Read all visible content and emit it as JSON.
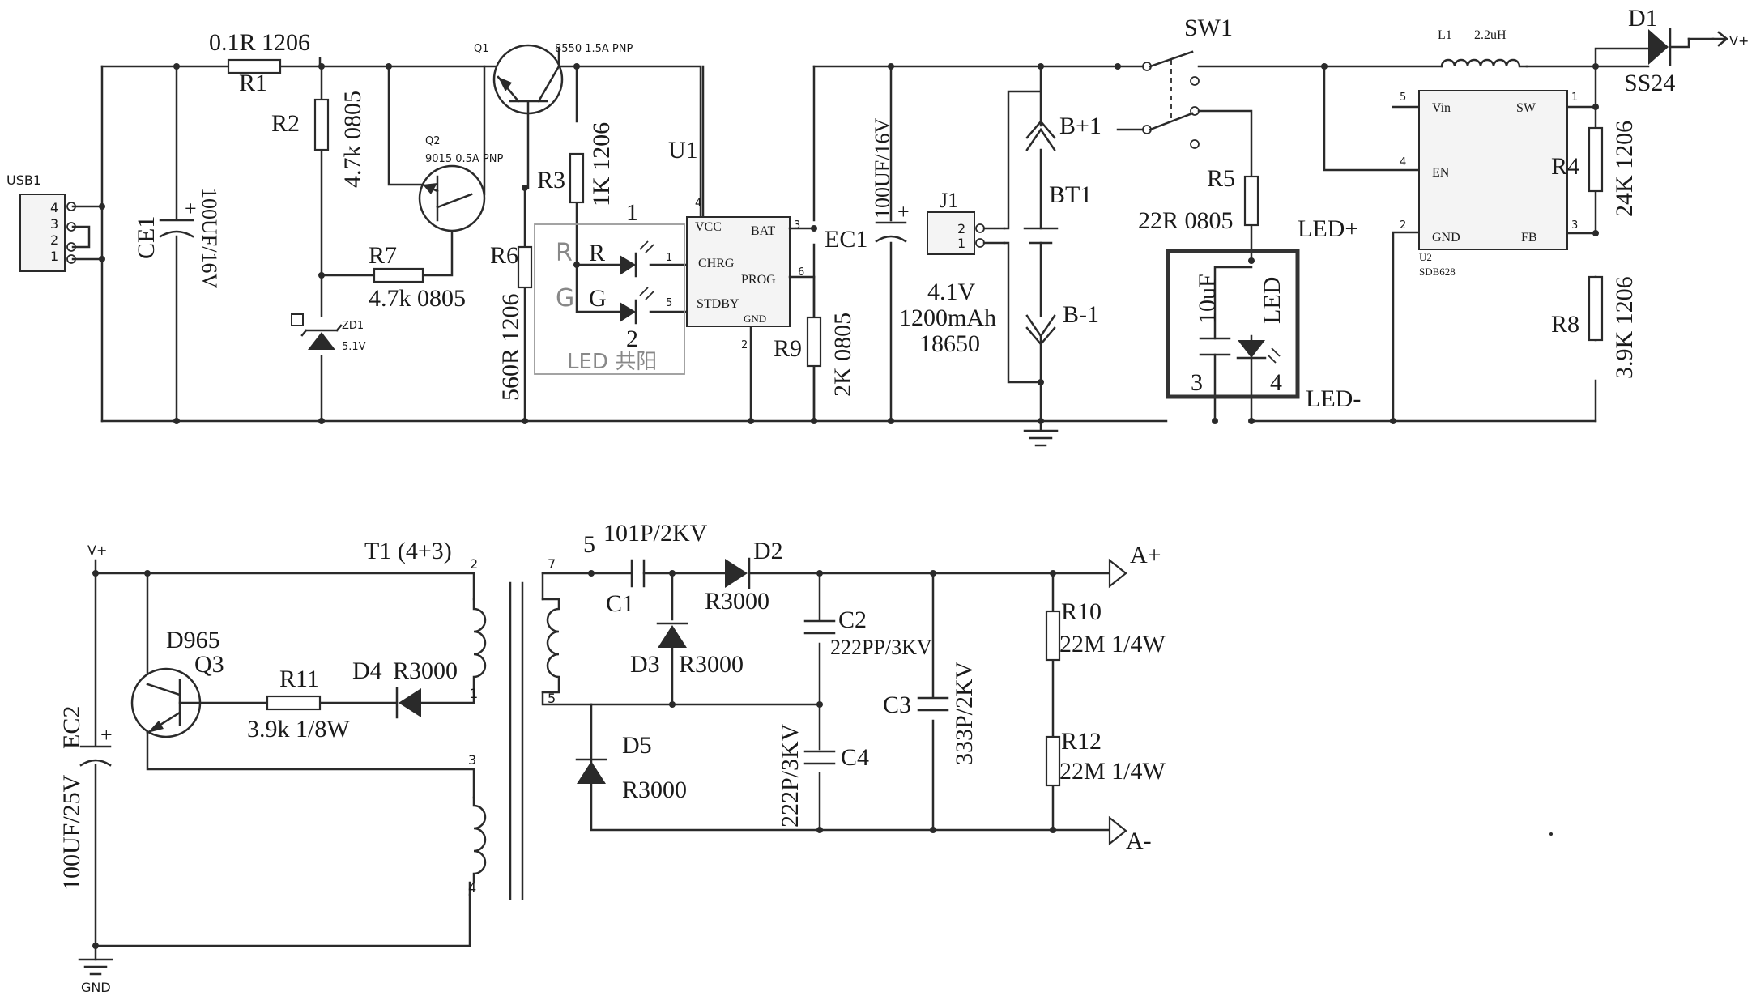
{
  "labels": {
    "r1_value": "0.1R  1206",
    "r1_ref": "R1",
    "q1_ref": "Q1",
    "q1_value": "8550 1.5A PNP",
    "usb_ref": "USB1",
    "usb_p4": "4",
    "usb_p3": "3",
    "usb_p2": "2",
    "usb_p1": "1",
    "ce1_ref": "CE1",
    "ce1_value": "100UF/16V",
    "r2_ref": "R2",
    "r2_value": "4.7k 0805",
    "q2_ref": "Q2",
    "q2_value": "9015 0.5A PNP",
    "r7_ref": "R7",
    "r7_value": "4.7k 0805",
    "zd1_ref": "ZD1",
    "zd1_value": "5.1V",
    "r6_ref": "R6",
    "r6_value": "560R  1206",
    "r3_ref": "R3",
    "r3_value": "1K 1206",
    "u1_ref": "U1",
    "u1_vcc": "VCC",
    "u1_bat": "BAT",
    "u1_chrg": "CHRG",
    "u1_prog": "PROG",
    "u1_stdby": "STDBY",
    "u1_gnd": "GND",
    "u1_p1": "1",
    "u1_p3": "3",
    "u1_p4": "4",
    "u1_p5": "5",
    "u1_p6": "6",
    "u1_p2": "2",
    "led_pin1": "1",
    "led_pin2": "2",
    "led_r": "R",
    "led_g": "G",
    "led_r_grey": "R",
    "led_g_grey": "G",
    "led_group": "LED 共阳",
    "r9_ref": "R9",
    "r9_value": "2K 0805",
    "ec1_ref": "EC1",
    "ec1_value": "100UF/16V",
    "j1_ref": "J1",
    "j1_p2": "2",
    "j1_p1": "1",
    "bat_plus": "B+1",
    "bt1_ref": "BT1",
    "bat_minus": "B-1",
    "bat_v": "4.1V",
    "bat_cap": "1200mAh",
    "bat_type": "18650",
    "sw1_ref": "SW1",
    "r5_ref": "R5",
    "r5_value": "22R 0805",
    "led_plus": "LED+",
    "led_minus": "LED-",
    "cap10": "10uF",
    "led_text": "LED",
    "pad3": "3",
    "pad4": "4",
    "l1_ref": "L1",
    "l1_value": "2.2uH",
    "d1_ref": "D1",
    "d1_value": "SS24",
    "vplus_top": "V+",
    "u2_vin": "Vin",
    "u2_sw": "SW",
    "u2_en": "EN",
    "u2_gnd": "GND",
    "u2_fb": "FB",
    "u2_p5": "5",
    "u2_p1": "1",
    "u2_p4": "4",
    "u2_p2": "2",
    "u2_p3": "3",
    "u2_ref": "U2",
    "u2_value": "SDB628",
    "r4_ref": "R4",
    "r4_value": "24K 1206",
    "r8_ref": "R8",
    "r8_value": "3.9K 1206",
    "vplus_bottom": "V+",
    "t1_ref": "T1 (4+3)",
    "t1_p2": "2",
    "t1_p1": "1",
    "t1_p3": "3",
    "t1_p4": "4",
    "t1_p7": "7",
    "t1_p5": "5",
    "d965": "D965",
    "q3_ref": "Q3",
    "r11_ref": "R11",
    "r11_value": "3.9k  1/8W",
    "d4_ref": "D4",
    "d4_value": "R3000",
    "ec2_ref": "EC2",
    "ec2_value": "100UF/25V",
    "gnd": "GND",
    "node5": "5",
    "c1_value": "101P/2KV",
    "c1_ref": "C1",
    "d2_ref": "D2",
    "d2_value": "R3000",
    "d3_ref": "D3",
    "d3_value": "R3000",
    "d5_ref": "D5",
    "d5_value": "R3000",
    "c2_ref": "C2",
    "c2_value": "222PP/3KV",
    "c4_ref": "C4",
    "c4_value": "222P/3KV",
    "c3_ref": "C3",
    "c3_value": "333P/2KV",
    "r10_ref": "R10",
    "r10_value": "22M  1/4W",
    "r12_ref": "R12",
    "r12_value": "22M  1/4W",
    "a_plus": "A+",
    "a_minus": "A-"
  }
}
